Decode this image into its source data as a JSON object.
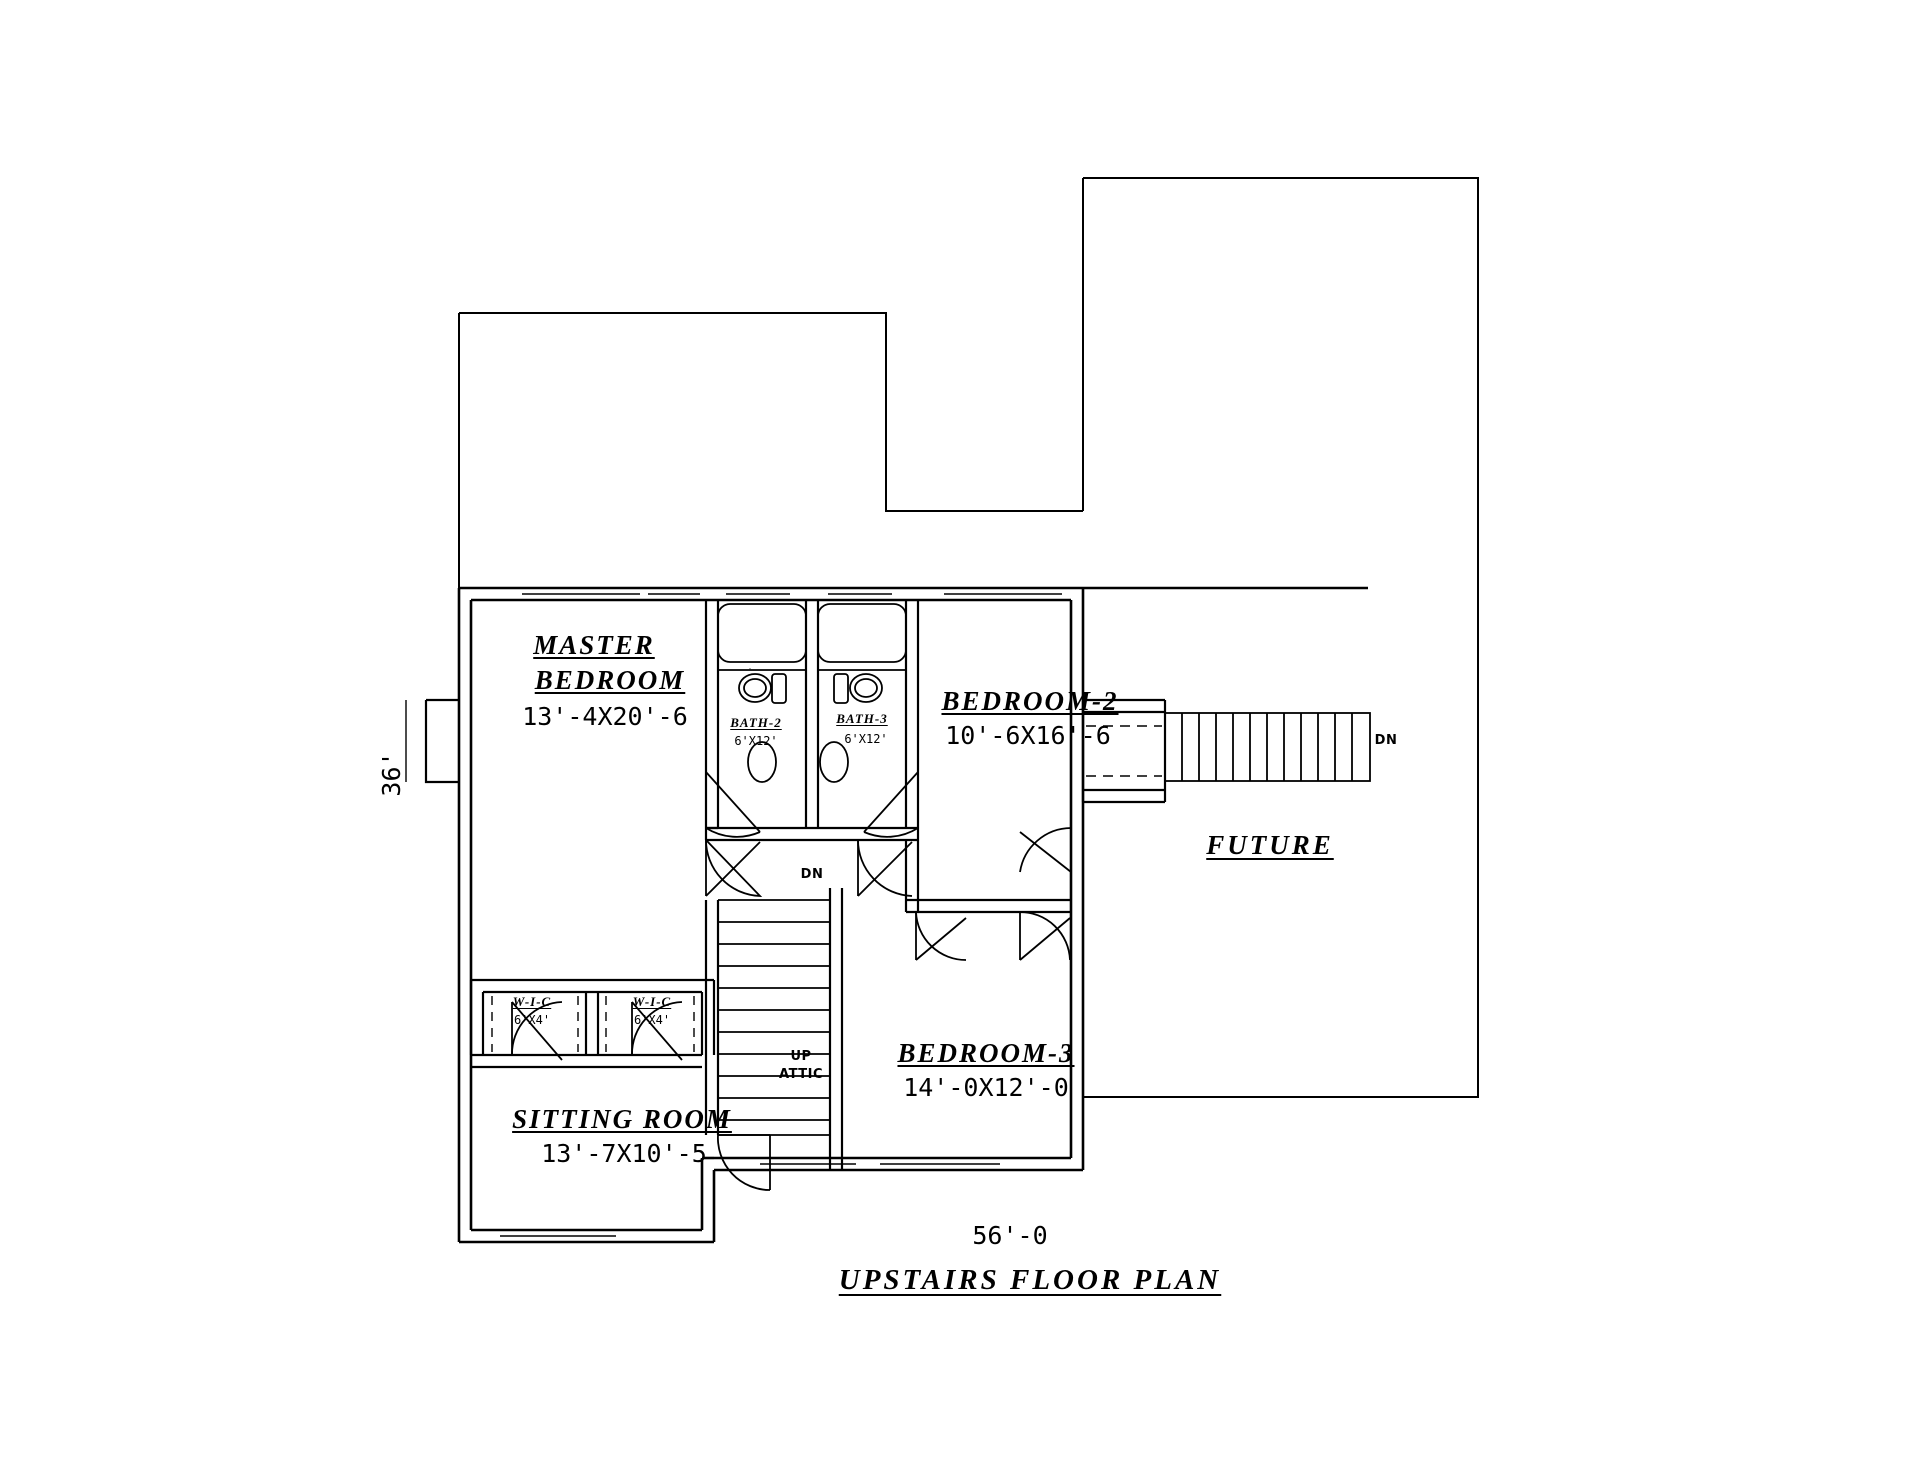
{
  "drawing": {
    "title": "UPSTAIRS FLOOR PLAN",
    "overall_width_dim": "56'-0",
    "overall_depth_dim": "36'",
    "line_color": "#000000",
    "background_color": "#ffffff"
  },
  "rooms": [
    {
      "key": "master_bedroom",
      "name_line1": "MASTER",
      "name_line2": "BEDROOM",
      "dimensions": "13'-4X20'-6"
    },
    {
      "key": "bedroom_2",
      "name": "BEDROOM-2",
      "dimensions": "10'-6X16'-6"
    },
    {
      "key": "bedroom_3",
      "name": "BEDROOM-3",
      "dimensions": "14'-0X12'-0"
    },
    {
      "key": "sitting_room",
      "name": "SITTING ROOM",
      "dimensions": "13'-7X10'-5"
    }
  ],
  "baths": [
    {
      "key": "bath_2",
      "name": "BATH-2",
      "dimensions": "6'X12'"
    },
    {
      "key": "bath_3",
      "name": "BATH-3",
      "dimensions": "6'X12'"
    }
  ],
  "closets": [
    {
      "key": "wic_left",
      "name": "W-I-C",
      "dimensions": "6'X4'"
    },
    {
      "key": "wic_right",
      "name": "W-I-C",
      "dimensions": "6'X4'"
    }
  ],
  "areas": {
    "future_label": "FUTURE"
  },
  "stair_tags": {
    "interior_down": "DN",
    "exterior_down": "DN",
    "attic_up_line1": "UP",
    "attic_up_line2": "ATTIC"
  }
}
